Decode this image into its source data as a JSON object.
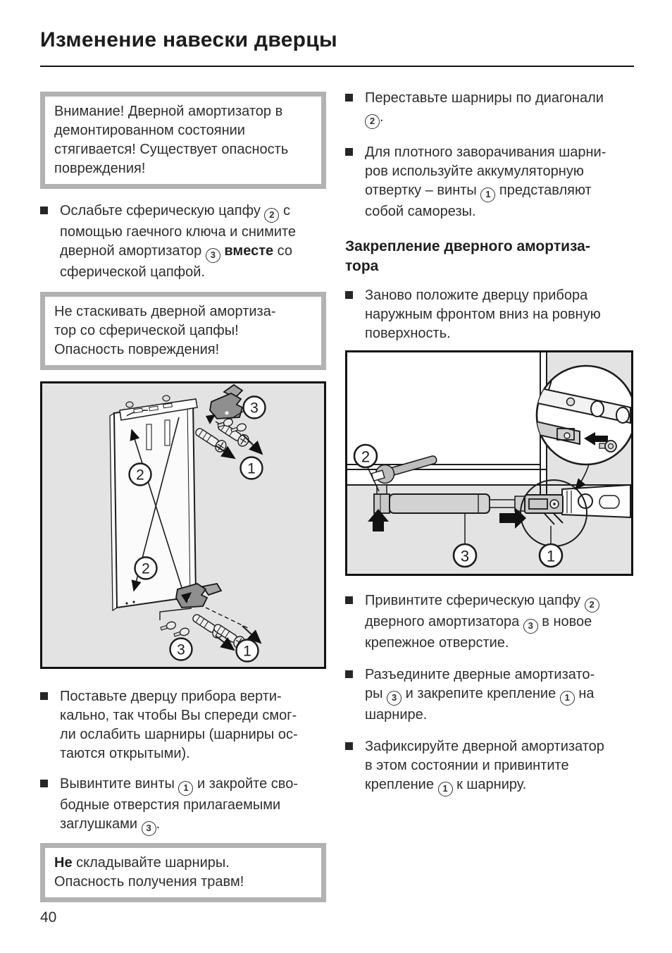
{
  "title": "Изменение навески дверцы",
  "page_number": "40",
  "colors": {
    "text": "#2e2e2e",
    "warning_border": "#b2b2b2",
    "figure_bg": "#e3e3e3",
    "line": "#111111"
  },
  "left": {
    "warn1": [
      {
        "t": "Внимание! Дверной амортизатор в"
      },
      {
        "br": true
      },
      {
        "t": "демонтированном состоянии"
      },
      {
        "br": true
      },
      {
        "t": "стягивается! Существует опасность"
      },
      {
        "br": true
      },
      {
        "t": "повреждения!"
      }
    ],
    "step1": [
      {
        "t": "Ослабьте сферическую цапфу "
      },
      {
        "c": "2"
      },
      {
        "t": " с"
      },
      {
        "br": true
      },
      {
        "t": "помощью гаечного ключа и снимите"
      },
      {
        "br": true
      },
      {
        "t": "дверной амортизатор "
      },
      {
        "c": "3"
      },
      {
        "t": " "
      },
      {
        "b": "вместе"
      },
      {
        "t": " со"
      },
      {
        "br": true
      },
      {
        "t": "сферической цапфой."
      }
    ],
    "warn2": [
      {
        "t": "Не стаскивать дверной амортиза-"
      },
      {
        "br": true
      },
      {
        "t": "тор со сферической цапфы!"
      },
      {
        "br": true
      },
      {
        "t": "Опасность повреждения!"
      }
    ],
    "figure1": {
      "callouts": {
        "c3_top": "3",
        "c1_top": "1",
        "c2_mid": "2",
        "c2_low": "2",
        "c3_bot": "3",
        "c1_bot": "1"
      }
    },
    "step2": [
      {
        "t": "Поставьте дверцу прибора верти-"
      },
      {
        "br": true
      },
      {
        "t": "кально, так чтобы Вы спереди смог-"
      },
      {
        "br": true
      },
      {
        "t": "ли ослабить шарниры (шарниры ос-"
      },
      {
        "br": true
      },
      {
        "t": "таются открытыми)."
      }
    ],
    "step3": [
      {
        "t": "Вывинтите винты "
      },
      {
        "c": "1"
      },
      {
        "t": " и закройте сво-"
      },
      {
        "br": true
      },
      {
        "t": "бодные отверстия прилагаемыми"
      },
      {
        "br": true
      },
      {
        "t": "заглушками "
      },
      {
        "c": "3"
      },
      {
        "t": "."
      }
    ],
    "warn3": [
      {
        "b": "Не"
      },
      {
        "t": " складывайте шарниры."
      },
      {
        "br": true
      },
      {
        "t": "Опасность получения травм!"
      }
    ]
  },
  "right": {
    "step1": [
      {
        "t": "Переставьте шарниры по диагонали"
      },
      {
        "br": true
      },
      {
        "c": "2"
      },
      {
        "t": "."
      }
    ],
    "step2": [
      {
        "t": "Для плотного заворачивания шарни-"
      },
      {
        "br": true
      },
      {
        "t": "ров используйте аккумуляторную"
      },
      {
        "br": true
      },
      {
        "t": "отвертку – винты "
      },
      {
        "c": "1"
      },
      {
        "t": " представляют"
      },
      {
        "br": true
      },
      {
        "t": "собой саморезы."
      }
    ],
    "heading": [
      {
        "t": "Закрепление дверного амортиза-"
      },
      {
        "br": true
      },
      {
        "t": "тора"
      }
    ],
    "step3": [
      {
        "t": "Заново положите дверцу прибора"
      },
      {
        "br": true
      },
      {
        "t": "наружным фронтом вниз на ровную"
      },
      {
        "br": true
      },
      {
        "t": "поверхность."
      }
    ],
    "figure2": {
      "callouts": {
        "c2": "2",
        "c3": "3",
        "c1": "1"
      }
    },
    "step4": [
      {
        "t": "Привинтите сферическую цапфу "
      },
      {
        "c": "2"
      },
      {
        "br": true
      },
      {
        "t": "дверного амортизатора "
      },
      {
        "c": "3"
      },
      {
        "t": " в новое"
      },
      {
        "br": true
      },
      {
        "t": "крепежное отверстие."
      }
    ],
    "step5": [
      {
        "t": "Разъедините дверные амортизато-"
      },
      {
        "br": true
      },
      {
        "t": "ры "
      },
      {
        "c": "3"
      },
      {
        "t": " и закрепите крепление "
      },
      {
        "c": "1"
      },
      {
        "t": " на"
      },
      {
        "br": true
      },
      {
        "t": "шарнире."
      }
    ],
    "step6": [
      {
        "t": "Зафиксируйте дверной амортизатор"
      },
      {
        "br": true
      },
      {
        "t": "в этом состоянии и привинтите"
      },
      {
        "br": true
      },
      {
        "t": "крепление "
      },
      {
        "c": "1"
      },
      {
        "t": " к шарниру."
      }
    ]
  }
}
